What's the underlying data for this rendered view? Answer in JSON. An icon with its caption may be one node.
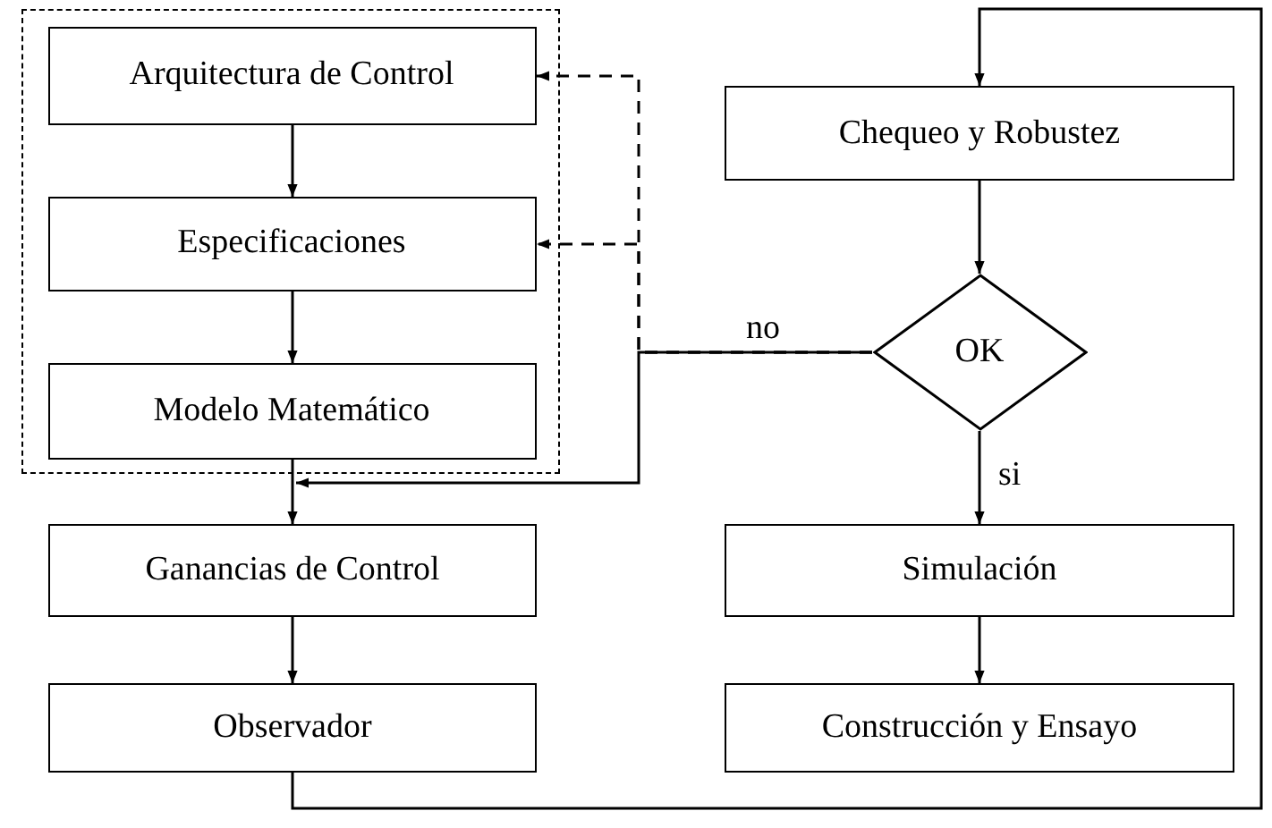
{
  "diagram": {
    "nodes": [
      {
        "text": [],
        "shape": "box"
      },
      {
        "text": [
          "Arquitectura de Control"
        ],
        "in": 0
      },
      {
        "text": [
          "Especificaciones"
        ],
        "in": 0
      },
      {
        "text": [
          "Modelo Matemático"
        ],
        "in": 0
      },
      {
        "text": [
          "Ganancias de Control"
        ]
      },
      {
        "text": [
          "Observador"
        ]
      },
      {
        "text": [
          "Chequeo y Robustez"
        ]
      },
      {
        "text": [
          "OK"
        ]
      },
      {
        "text": [
          "Simulación"
        ]
      },
      {
        "text": [
          "Construcción y Ensayo"
        ]
      }
    ],
    "edges": [
      {
        "from": 1,
        "to": 2,
        "arrow": "to"
      },
      {
        "from": 2,
        "to": 3,
        "arrow": "to"
      },
      {
        "from": 3,
        "to": 4,
        "arrow": "to"
      },
      {
        "from": 4,
        "to": 5,
        "arrow": "to"
      },
      {
        "from": 5,
        "to": 6,
        "arrow": "to"
      },
      {
        "from": 6,
        "to": 7,
        "arrow": "to"
      },
      {
        "from": 7,
        "to": 8,
        "arrow": "to",
        "label": "si"
      },
      {
        "from": 8,
        "to": 9,
        "arrow": "to"
      },
      {
        "from": 7,
        "to": 4,
        "arrow": "to",
        "label": "no"
      },
      {
        "from": 7,
        "to": 1,
        "arrow": "to",
        "style": "dashed"
      },
      {
        "from": 7,
        "to": 2,
        "arrow": "to",
        "style": "dashed"
      }
    ]
  }
}
